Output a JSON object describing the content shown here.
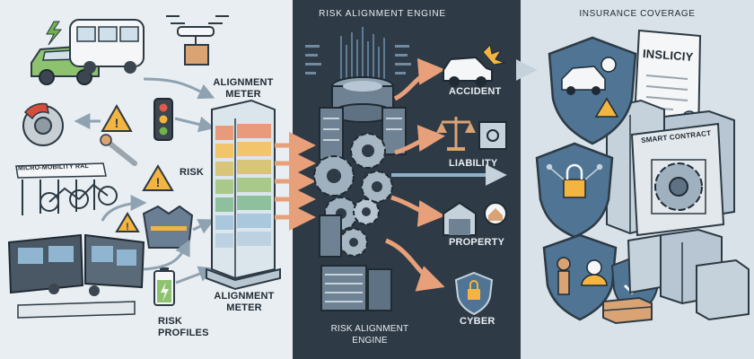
{
  "left_panel": {
    "alignment_meter_top": "ALIGNMENT\nMETER",
    "risk_label": "RISK",
    "micromobility_sign": "MICRO-MOBILITY RAL",
    "alignment_meter_bottom": "ALIGNMENT\nMETER",
    "risk_profiles": "RISK\nPROFILES"
  },
  "middle_panel": {
    "title": "RISK ALIGNMENT ENGINE",
    "bottom_label": "RISK ALIGNMENT\nENGINE",
    "categories": [
      "ACCIDENT",
      "LIABILITY",
      "PROPERTY",
      "CYBER"
    ]
  },
  "right_panel": {
    "title": "INSURANCE COVERAGE",
    "policy_doc": "INSLICIY",
    "smart_contract": "SMART CONTRACT"
  },
  "colors": {
    "left_bg": "#e9eef2",
    "mid_bg": "#2e3a45",
    "right_bg": "#d9e2e8",
    "arrow": "#e8a07a",
    "shield": "#4f7494",
    "warning": "#f3b53f"
  }
}
